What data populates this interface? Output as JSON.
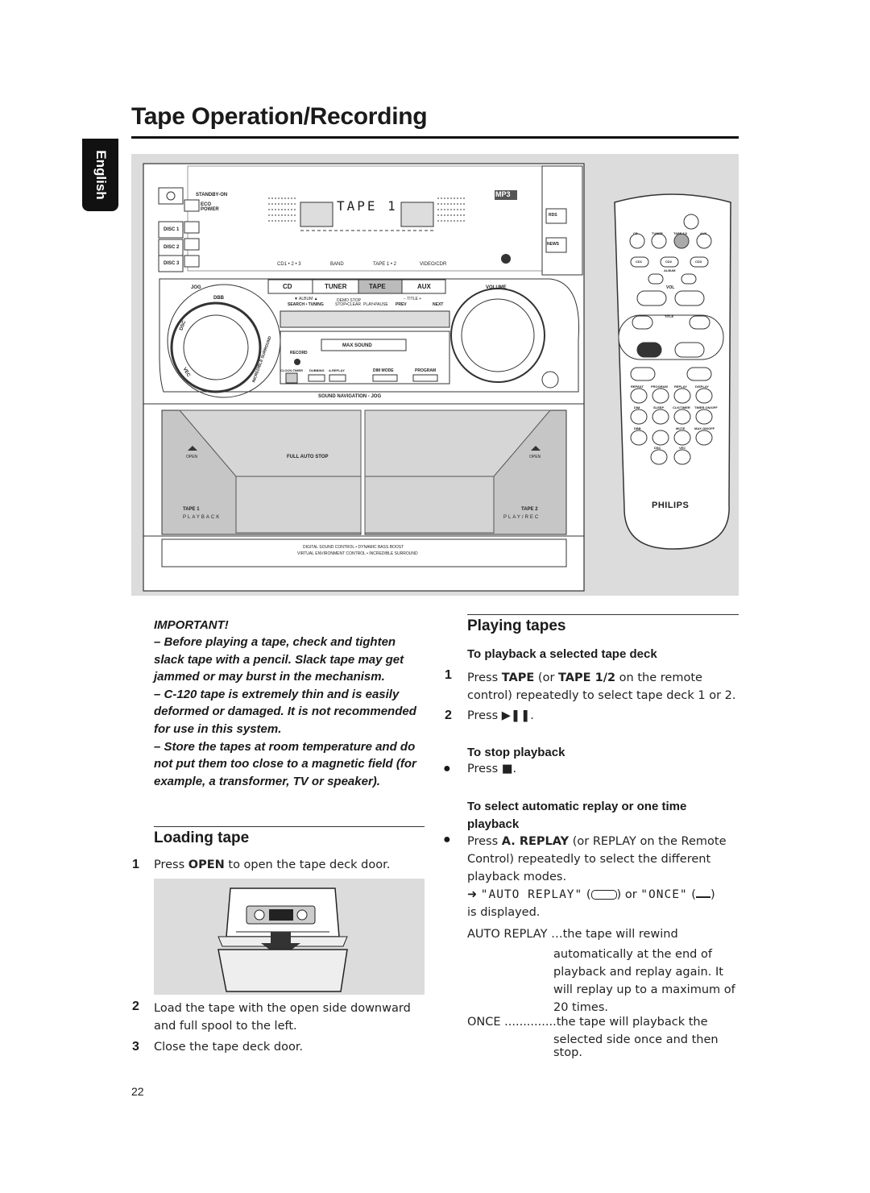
{
  "page": {
    "title": "Tape Operation/Recording",
    "language_tab": "English",
    "page_number": "22"
  },
  "figure": {
    "unit_labels": {
      "standby": "STANDBY-ON",
      "eco_power": "ECO POWER",
      "disc1": "DISC 1",
      "disc2": "DISC 2",
      "disc3": "DISC 3",
      "display_text": "TAPE 1",
      "mp3": "MP3",
      "rds": "RDS",
      "news": "NEWS",
      "src_cd123": "CD1 • 2 • 3",
      "src_band": "BAND",
      "src_tape12": "TAPE 1 • 2",
      "src_video": "VIDEO/CDR",
      "jog": "JOG",
      "dbb": "DBB",
      "dsc": "DSC",
      "vec": "VEC",
      "incredible_surround": "INCREDIBLE SURROUND",
      "btn_cd": "CD",
      "btn_tuner": "TUNER",
      "btn_tape": "TAPE",
      "btn_aux": "AUX",
      "album": "▼ ALBUM ▲",
      "demo_stop": "DEMO STOP",
      "title_ctrl": "− TITLE +",
      "search_tuning": "SEARCH • TUNING",
      "stop_clear": "STOP•CLEAR",
      "play_pause": "PLAY•PAUSE",
      "prev": "PREV",
      "next": "NEXT",
      "max_sound": "MAX SOUND",
      "record": "RECORD",
      "clock_timer": "CLOCK•TIMER",
      "dubbing": "DUBBING",
      "a_replay": "A.REPLAY",
      "dim_mode": "DIM MODE",
      "program": "PROGRAM",
      "volume": "VOLUME",
      "sound_nav": "SOUND NAVIGATION - JOG",
      "open_left": "OPEN",
      "open_right": "OPEN",
      "full_auto_stop": "FULL AUTO STOP",
      "tape1": "TAPE 1",
      "tape1_sub": "PLAYBACK",
      "tape2": "TAPE 2",
      "tape2_sub": "PLAY/REC",
      "footer1": "DIGITAL SOUND CONTROL • DYNAMIC BASS BOOST",
      "footer2": "VIRTUAL ENVIRONMENT CONTROL • INCREDIBLE SURROUND"
    },
    "remote_labels": {
      "cd": "CD",
      "tuner": "TUNER",
      "tape12": "TAPE 1/2",
      "aux": "AUX",
      "cd1": "CD1",
      "cd2": "CD2",
      "cd3": "CD3",
      "album": "ALBUM",
      "vol": "VOL",
      "title": "TITLE",
      "repeat": "REPEAT",
      "program": "PROGRAM",
      "replay": "REPLAY",
      "display": "DISPLAY",
      "dim": "DIM",
      "sleep": "SLEEP",
      "clk_timer": "CLK/TIMER",
      "timer_onoff": "TIMER ON/OFF",
      "dbb": "DBB",
      "mute": "MUTE",
      "max_onoff": "MAX ON/OFF",
      "dsc": "DSC",
      "vec": "VEC",
      "brand": "PHILIPS"
    }
  },
  "important": {
    "heading": "IMPORTANT!",
    "items": [
      "– Before playing a tape, check and tighten slack tape with a pencil. Slack tape may get jammed or may burst in the mechanism.",
      "– C-120 tape is extremely thin and is easily deformed or damaged. It is not recommended for use in this system.",
      "– Store the tapes at room temperature and do not put them too close to a magnetic field (for example, a transformer, TV or speaker)."
    ]
  },
  "loading": {
    "heading": "Loading tape",
    "step1_num": "1",
    "step1_pre": "Press ",
    "step1_bold": "OPEN",
    "step1_post": " to open the tape deck door.",
    "step2_num": "2",
    "step2": "Load the tape with the open side downward and full spool to the left.",
    "step3_num": "3",
    "step3": "Close the tape deck door."
  },
  "playing": {
    "heading": "Playing tapes",
    "sub1": "To playback a selected tape deck",
    "s1_num": "1",
    "s1_a": "Press ",
    "s1_b": "TAPE",
    "s1_c": " (or ",
    "s1_d": "TAPE 1/2",
    "s1_e": " on the remote control) repeatedly to select tape deck 1 or 2.",
    "s2_num": "2",
    "s2_a": "Press ",
    "s2_sym": "▶❚❚",
    "s2_b": ".",
    "sub2": "To stop playback",
    "stop_a": "Press ",
    "stop_sym": "■",
    "stop_b": ".",
    "sub3": "To select automatic replay or one time playback",
    "rep_a": "Press ",
    "rep_b": "A. REPLAY",
    "rep_c": " (or REPLAY on the Remote Control) repeatedly to select the different playback modes.",
    "arrow": "➜",
    "auto_replay_lcd": "\"AUTO REPLAY\"",
    "or_text": " or ",
    "once_lcd": "\"ONCE\"",
    "is_displayed": "is displayed.",
    "def1_term": "AUTO REPLAY",
    "def1_lead": " …the tape will rewind",
    "def1_rest": "automatically at the end of playback and replay again. It will replay up to a maximum of 20 times.",
    "def2_term": "ONCE",
    "def2_dots": " ..............",
    "def2_lead": "the tape will playback the",
    "def2_rest": "selected side once and then stop."
  }
}
